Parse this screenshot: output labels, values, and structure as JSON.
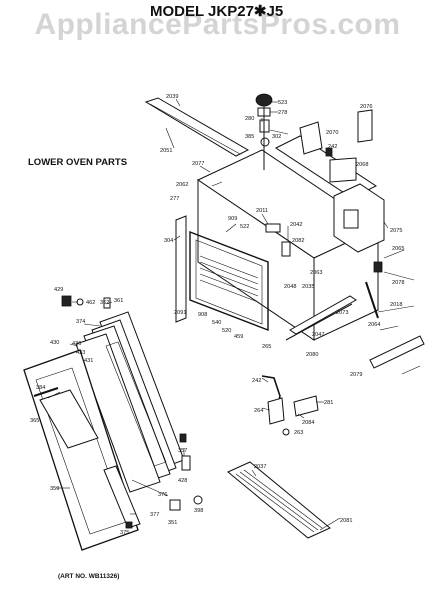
{
  "header": {
    "watermark": "AppliancePartsPros.com",
    "model_title": "MODEL JKP27✱J5"
  },
  "section_title": "LOWER OVEN PARTS",
  "art_number": "(ART NO. WB11326)",
  "callouts": {
    "c2039": "2039",
    "c523": "523",
    "c280": "280",
    "c278": "278",
    "c2076": "2076",
    "c385": "385",
    "c302": "302",
    "c2070": "2070",
    "c242": "242",
    "c2068": "2068",
    "c2051": "2051",
    "c2077": "2077",
    "c2062": "2062",
    "c2011": "2011",
    "c277": "277",
    "c909": "909",
    "c522": "522",
    "c2042": "2042",
    "c2075": "2075",
    "c304": "304",
    "c2082": "2082",
    "c2065": "2065",
    "c2063": "2063",
    "c2078": "2078",
    "c2048": "2048",
    "c2035": "2035",
    "c2018": "2018",
    "c2073": "2073",
    "c2064": "2064",
    "c2047": "2047",
    "c2091": "2091",
    "c908": "908",
    "c540": "540",
    "c520": "520",
    "c459": "459",
    "c265": "265",
    "c2080": "2080",
    "c2079": "2079",
    "c429": "429",
    "c462": "462",
    "c362": "362",
    "c361": "361",
    "c374": "374",
    "c430": "430",
    "c436": "436",
    "c433": "433",
    "c431": "431",
    "c384": "384",
    "c365": "365",
    "c359": "359",
    "c376": "376",
    "c377": "377",
    "c375": "375",
    "c428": "428",
    "c351": "351",
    "c398": "398",
    "c357": "357",
    "c242b": "242",
    "c264": "264",
    "c281": "281",
    "c2084": "2084",
    "c263": "263",
    "c2037": "2037",
    "c2081": "2081"
  }
}
